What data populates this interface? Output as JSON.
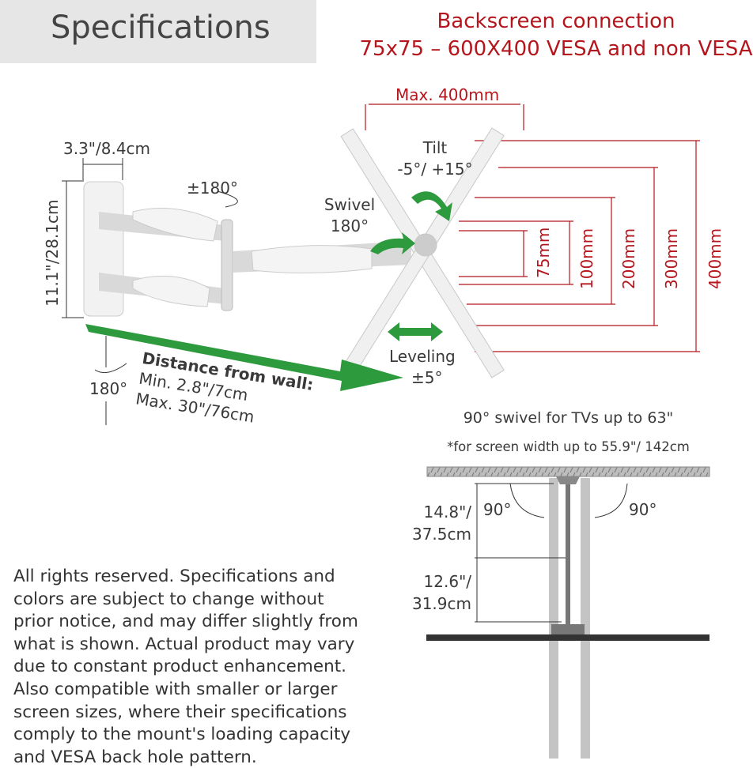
{
  "header": {
    "title": "Specifications"
  },
  "backscreen": {
    "line1": "Backscreen connection",
    "line2": "75x75 – 600X400 VESA and non VESA"
  },
  "vesa": {
    "max_width": "Max. 400mm",
    "heights": [
      "75mm",
      "100mm",
      "200mm",
      "300mm",
      "400mm"
    ]
  },
  "mount": {
    "depth": "3.3\"/8.4cm",
    "height": "11.1\"/28.1cm",
    "arm_rotation": "±180°",
    "swivel_label": "Swivel",
    "swivel_value": "180°",
    "tilt_label": "Tilt",
    "tilt_value": "-5°/ +15°",
    "leveling_label": "Leveling",
    "leveling_value": "±5°",
    "wall_rotation": "180°",
    "distance_title": "Distance from wall:",
    "distance_min": "Min. 2.8\"/7cm",
    "distance_max": "Max. 30\"/76cm"
  },
  "swivel90": {
    "title": "90° swivel for TVs up to 63\"",
    "subtitle": "*for screen width up to 55.9\"/ 142cm",
    "upper_in": "14.8\"/",
    "upper_cm": "37.5cm",
    "lower_in": "12.6\"/",
    "lower_cm": "31.9cm",
    "angle_left": "90°",
    "angle_right": "90°"
  },
  "disclaimer": [
    "All rights reserved. Specifications and",
    "colors are subject to change without",
    "prior notice, and may differ slightly from",
    "what is shown. Actual product may vary",
    "due to constant product enhancement.",
    "Also compatible with smaller or larger",
    "screen sizes, where their specifications",
    "comply to the mount's loading capacity",
    "and VESA back hole pattern."
  ],
  "colors": {
    "accent_red": "#b5161d",
    "arrow_green": "#2e9a3e",
    "header_bg": "#e6e6e6"
  }
}
